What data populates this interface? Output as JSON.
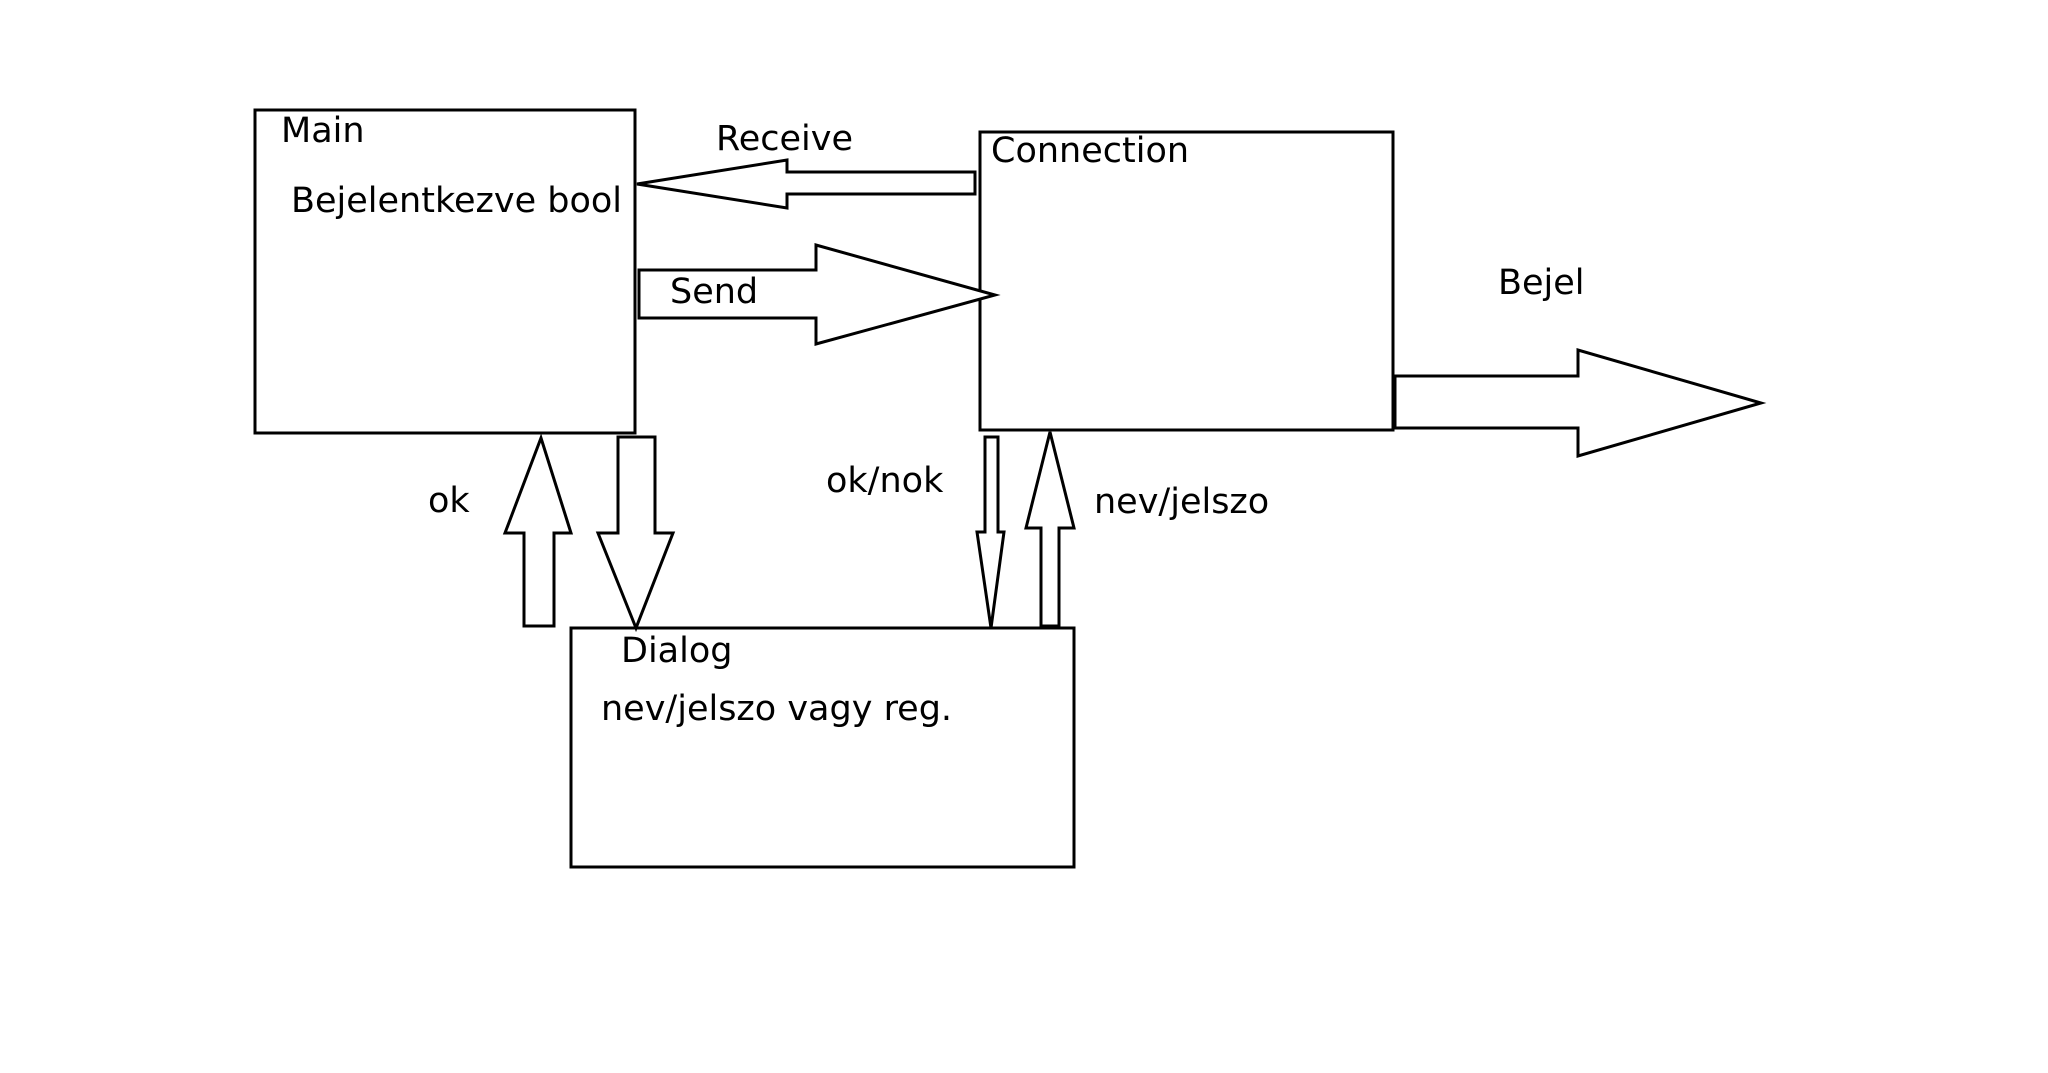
{
  "diagram": {
    "nodes": {
      "main": {
        "title": "Main",
        "detail": "Bejelentkezve bool"
      },
      "connection": {
        "title": "Connection"
      },
      "dialog": {
        "title": "Dialog",
        "detail": "nev/jelszo vagy reg."
      }
    },
    "edges": {
      "receive": {
        "label": "Receive",
        "from": "Connection",
        "to": "Main"
      },
      "send": {
        "label": "Send",
        "from": "Main",
        "to": "Connection"
      },
      "bejel": {
        "label": "Bejel",
        "from": "Connection"
      },
      "ok": {
        "label": "ok",
        "from": "Dialog",
        "to": "Main"
      },
      "main_to_dialog": {
        "label": "",
        "from": "Main",
        "to": "Dialog"
      },
      "ok_nok": {
        "label": "ok/nok",
        "from": "Connection",
        "to": "Dialog"
      },
      "nev_jelszo": {
        "label": "nev/jelszo",
        "from": "Dialog",
        "to": "Connection"
      }
    },
    "colors": {
      "stroke": "#000000",
      "background": "#ffffff"
    }
  }
}
